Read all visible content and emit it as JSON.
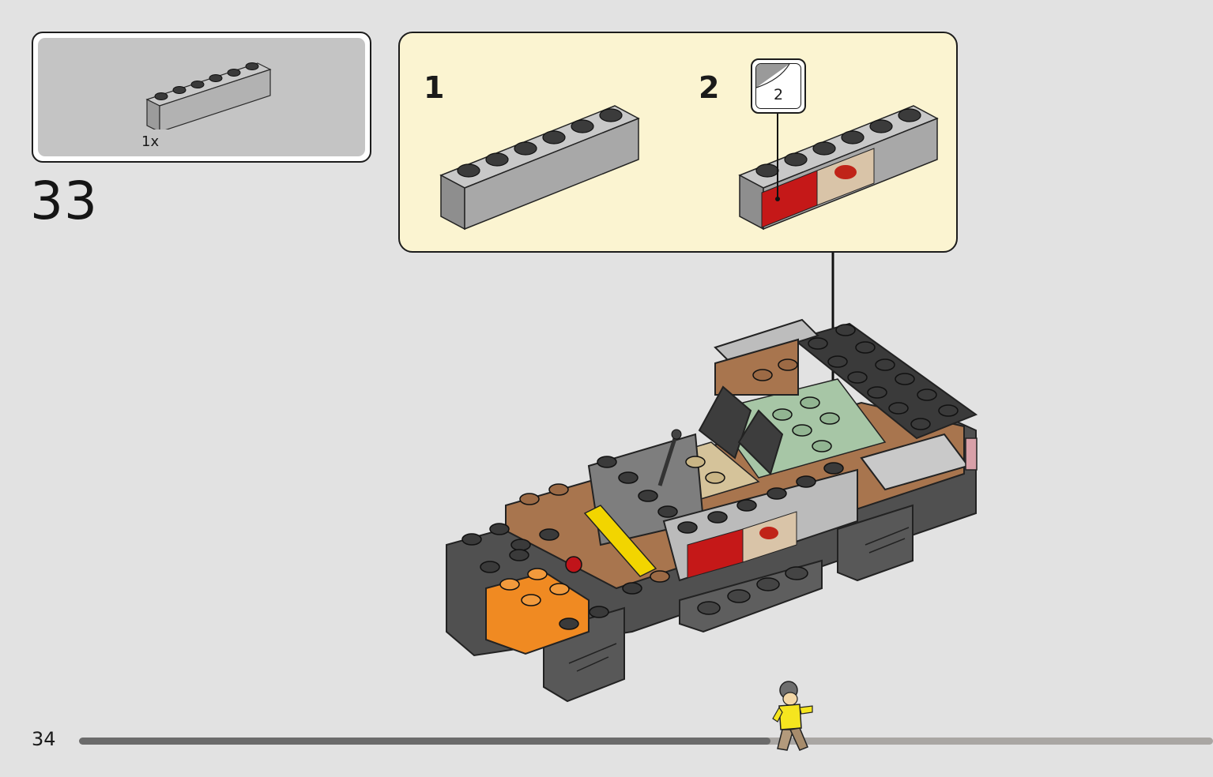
{
  "parts_list": {
    "quantity_label": "1x",
    "part_icon": "light-gray-1x6-brick"
  },
  "step": {
    "number": "33"
  },
  "callout": {
    "substeps": [
      {
        "number": "1",
        "icon": "light-gray-1x6-brick"
      },
      {
        "number": "2",
        "icon": "light-gray-1x6-brick-with-sticker"
      }
    ],
    "sticker": {
      "number": "2",
      "icon": "sticker-sheet-icon"
    }
  },
  "main_model": {
    "icon": "jeep-vehicle-build"
  },
  "footer": {
    "page_number": "34",
    "progress_fraction": 0.61,
    "progress_icon": "minifigure-runner-icon"
  },
  "colors": {
    "background": "#e2e2e2",
    "callout_background": "#fbf4d1",
    "parts_background": "#c4c4c4",
    "progress_track": "#a9a6a3",
    "progress_fill": "#6b6b6b"
  }
}
